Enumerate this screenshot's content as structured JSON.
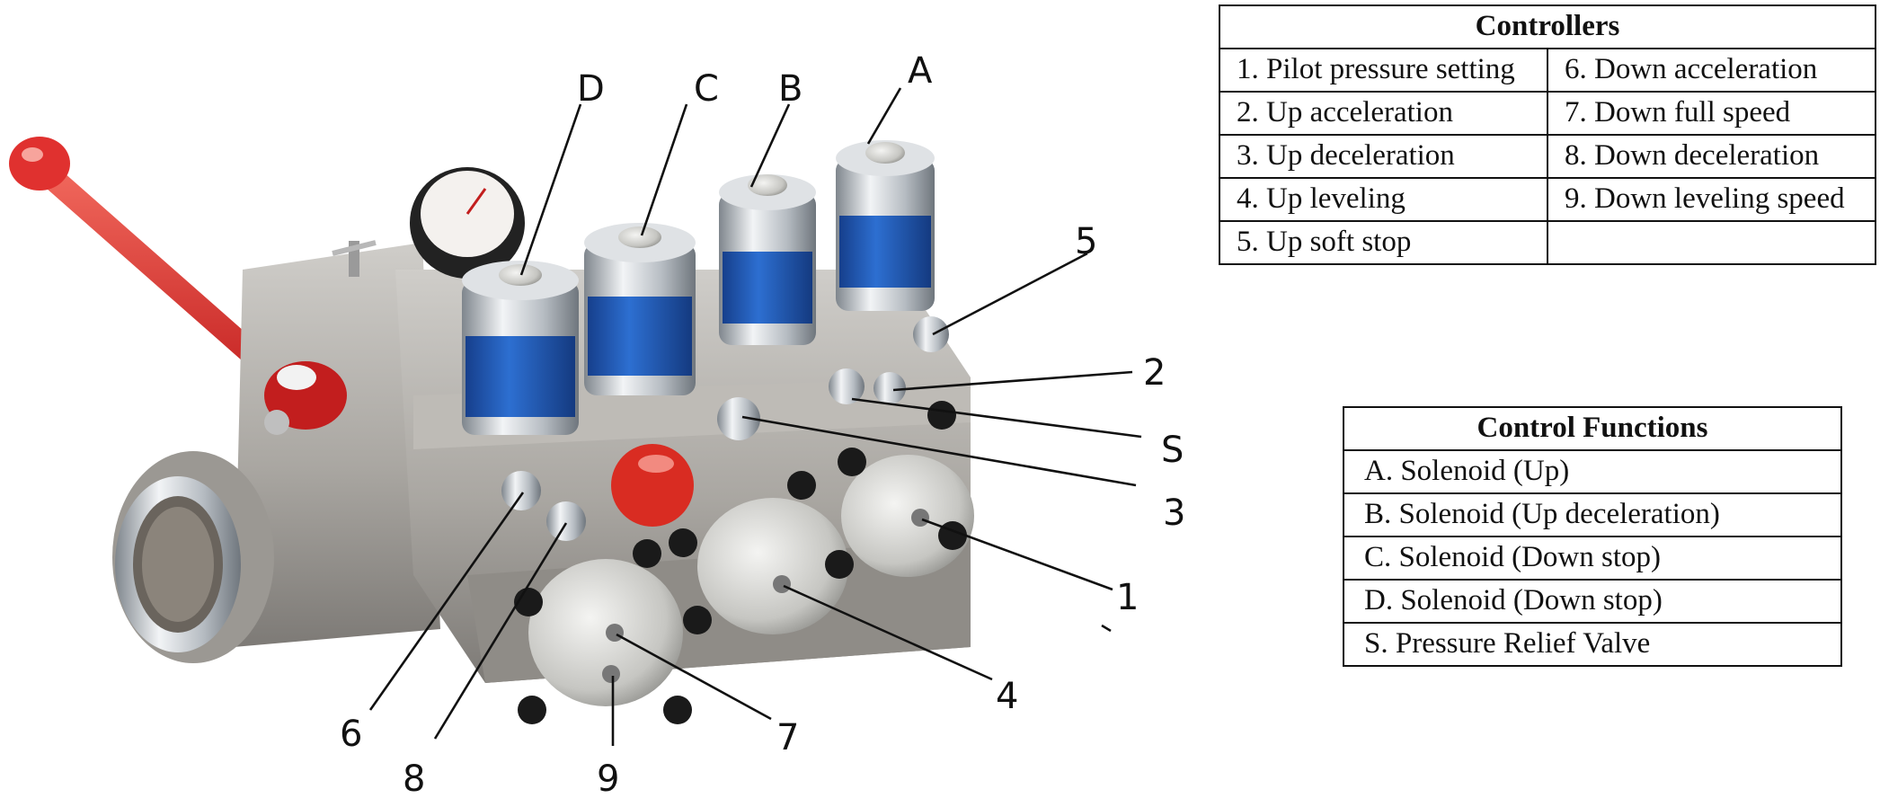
{
  "callouts": [
    "A",
    "B",
    "C",
    "D",
    "S",
    "1",
    "2",
    "3",
    "4",
    "5",
    "6",
    "7",
    "8",
    "9"
  ],
  "controllers": {
    "title": "Controllers",
    "rows": [
      [
        "1. Pilot pressure setting",
        "6. Down acceleration"
      ],
      [
        "2. Up acceleration",
        "7. Down full speed"
      ],
      [
        "3. Up deceleration",
        "8. Down deceleration"
      ],
      [
        "4. Up leveling",
        "9. Down leveling speed"
      ],
      [
        "5. Up soft stop",
        ""
      ]
    ]
  },
  "control_functions": {
    "title": "Control Functions",
    "items": [
      "A. Solenoid (Up)",
      "B. Solenoid (Up deceleration)",
      "C. Solenoid (Down stop)",
      "D. Solenoid (Down stop)",
      "S. Pressure Relief Valve"
    ]
  },
  "colors": {
    "handle": "#e0312f",
    "body": "#a7a49f",
    "solenoid_label": "#1f59b8",
    "fitting": "#c4c8cc",
    "bolt": "#1a1a1a"
  }
}
